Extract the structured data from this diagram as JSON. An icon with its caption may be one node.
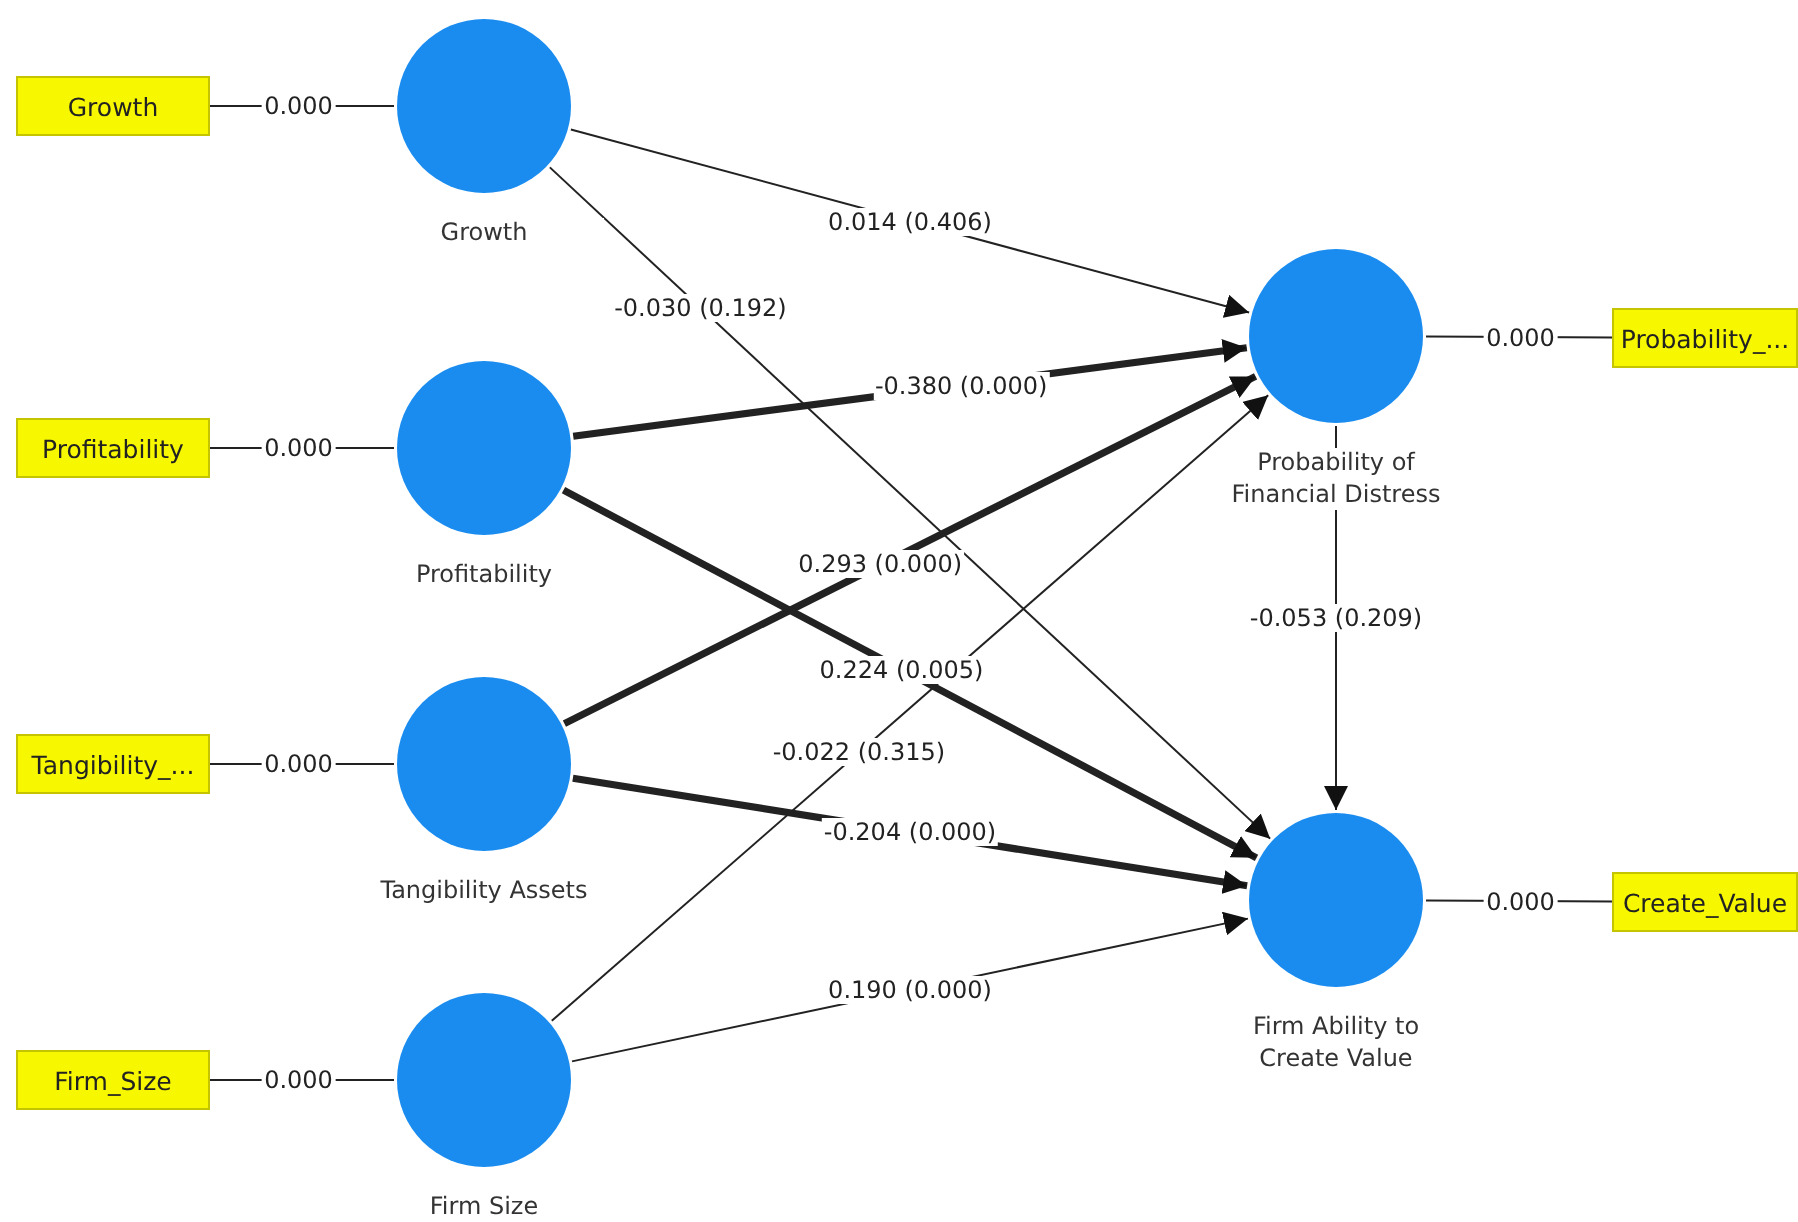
{
  "diagram": {
    "nodes": [
      {
        "text": [
          "Growth"
        ]
      },
      {
        "text": [
          "Growth"
        ]
      },
      {
        "text": [
          "Probability of Financial Distress"
        ]
      },
      {
        "text": [
          "Probability_..."
        ]
      },
      {
        "text": [
          "Profitability"
        ]
      },
      {
        "text": [
          "Profitability"
        ]
      },
      {
        "text": [
          "Tangibility_..."
        ]
      },
      {
        "text": [
          "Tangibility Assets"
        ]
      },
      {
        "text": [
          "Firm Ability to Create Value"
        ]
      },
      {
        "text": [
          "Create_Value"
        ]
      },
      {
        "text": [
          "Firm_Size"
        ]
      },
      {
        "text": [
          "Firm Size"
        ]
      }
    ],
    "edges": [
      {
        "from": 0,
        "to": 1,
        "arrow": "none",
        "label": "0.000"
      },
      {
        "from": 2,
        "to": 3,
        "arrow": "none",
        "label": "0.000"
      },
      {
        "from": 4,
        "to": 5,
        "arrow": "none",
        "label": "0.000"
      },
      {
        "from": 6,
        "to": 7,
        "arrow": "none",
        "label": "0.000"
      },
      {
        "from": 8,
        "to": 9,
        "arrow": "none",
        "label": "0.000"
      },
      {
        "from": 10,
        "to": 11,
        "arrow": "none",
        "label": "0.000"
      },
      {
        "from": 1,
        "to": 2,
        "arrow": "to",
        "label": "0.014 (0.406)"
      },
      {
        "from": 1,
        "to": 8,
        "arrow": "to",
        "label": "-0.030 (0.192)"
      },
      {
        "from": 5,
        "to": 2,
        "arrow": "to",
        "label": "-0.380 (0.000)",
        "style": "thick"
      },
      {
        "from": 7,
        "to": 2,
        "arrow": "to",
        "label": "0.293 (0.000)",
        "style": "thick"
      },
      {
        "from": 5,
        "to": 8,
        "arrow": "to",
        "label": "0.224 (0.005)",
        "style": "thick"
      },
      {
        "from": 11,
        "to": 2,
        "arrow": "to",
        "label": "-0.022 (0.315)"
      },
      {
        "from": 7,
        "to": 8,
        "arrow": "to",
        "label": "-0.204 (0.000)",
        "style": "thick"
      },
      {
        "from": 11,
        "to": 8,
        "arrow": "to",
        "label": "0.190 (0.000)"
      },
      {
        "from": 2,
        "to": 8,
        "arrow": "to",
        "label": "-0.053 (0.209)"
      }
    ]
  }
}
